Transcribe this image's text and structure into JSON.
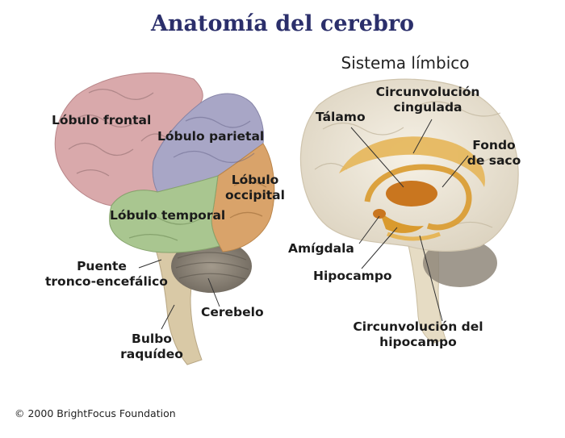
{
  "title": "Anatomía del cerebro",
  "limbic_title": "Sistema límbico",
  "labels": {
    "frontal": "Lóbulo frontal",
    "parietal": "Lóbulo parietal",
    "occipital_1": "Lóbulo",
    "occipital_2": "occipital",
    "temporal": "Lóbulo temporal",
    "pons_1": "Puente",
    "pons_2": "tronco-encefálico",
    "cerebellum": "Cerebelo",
    "medulla_1": "Bulbo",
    "medulla_2": "raquídeo",
    "thalamus": "Tálamo",
    "cingulate_1": "Circunvolución",
    "cingulate_2": "cingulada",
    "fornix_1": "Fondo",
    "fornix_2": "de saco",
    "amygdala": "Amígdala",
    "hippocampus": "Hipocampo",
    "parahippocampal_1": "Circunvolución del",
    "parahippocampal_2": "hipocampo"
  },
  "credit": "© 2000 BrightFocus Foundation",
  "colors": {
    "title": "#2b2f6b",
    "frontal": "#d9a9ab",
    "parietal": "#a8a6c6",
    "occipital": "#d9a36a",
    "temporal": "#a9c690",
    "limbic": "#d99a2e",
    "brain_outline": "#ece6d8"
  }
}
